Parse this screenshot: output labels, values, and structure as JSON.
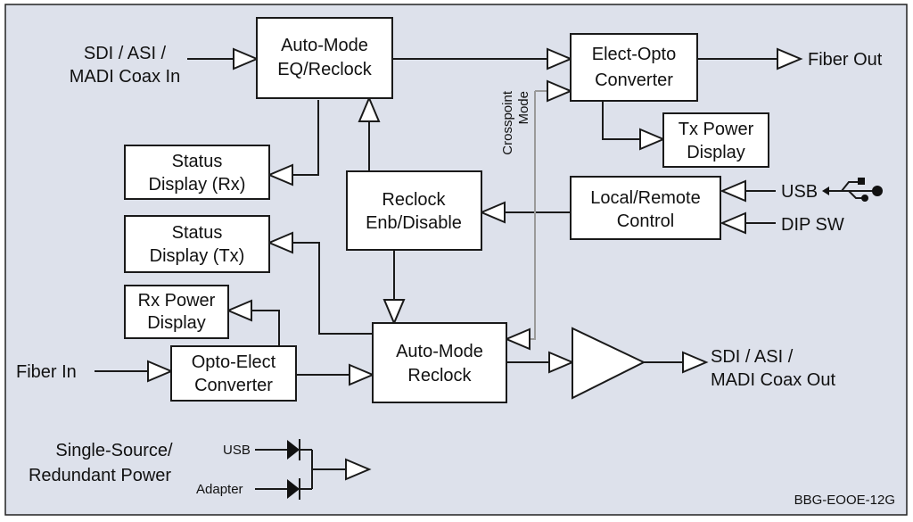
{
  "diagram": {
    "background": "#DDE1EB",
    "blocks": {
      "eq_reclock": [
        "Auto-Mode",
        "EQ/Reclock"
      ],
      "elect_opto": [
        "Elect-Opto",
        "Converter"
      ],
      "tx_power": [
        "Tx Power",
        "Display"
      ],
      "status_rx": [
        "Status",
        "Display (Rx)"
      ],
      "reclock_enb": [
        "Reclock",
        "Enb/Disable"
      ],
      "local_remote": [
        "Local/Remote",
        "Control"
      ],
      "status_tx": [
        "Status",
        "Display (Tx)"
      ],
      "rx_power": [
        "Rx Power",
        "Display"
      ],
      "opto_elect": [
        "Opto-Elect",
        "Converter"
      ],
      "auto_reclock": [
        "Auto-Mode",
        "Reclock"
      ]
    },
    "labels": {
      "sdi_in": [
        "SDI / ASI /",
        "MADI Coax In"
      ],
      "fiber_out": "Fiber Out",
      "usb": "USB",
      "dip_sw": "DIP SW",
      "fiber_in": "Fiber In",
      "sdi_out": [
        "SDI / ASI /",
        "MADI Coax Out"
      ],
      "crosspoint": [
        "Crosspoint",
        "Mode"
      ],
      "power": [
        "Single-Source/",
        "Redundant Power"
      ],
      "power_usb": "USB",
      "power_adapter": "Adapter",
      "code": "BBG-EOOE-12G"
    },
    "icons": [
      "usb-icon",
      "diode-icon",
      "amplifier-icon"
    ]
  }
}
